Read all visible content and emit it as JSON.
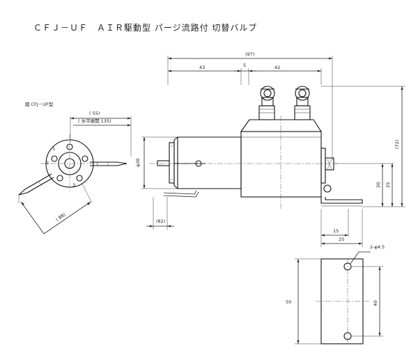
{
  "title": "ＣＦＪ－ＵＦ　ＡＩＲ駆動型 パージ流路付 切替バルブ",
  "end_view": {
    "caption": "図 CFJ－UF型",
    "dim_55": "( 55)",
    "dim_horizontal": "( 水平展開 135)",
    "dim_88": "( 88)"
  },
  "side_view": {
    "dim_97": "(97)",
    "dim_43": "43",
    "dim_5": "5",
    "dim_42": "42",
    "dim_72": "(72)",
    "dim_20": "20",
    "dim_25_vertical": "25",
    "dim_phi30": "φ30",
    "dim_82": "(82)",
    "dim_15": "15",
    "dim_25_horizontal": "25"
  },
  "plate_view": {
    "holes": "2-φ4.5",
    "dim_50": "50",
    "dim_40": "40"
  }
}
